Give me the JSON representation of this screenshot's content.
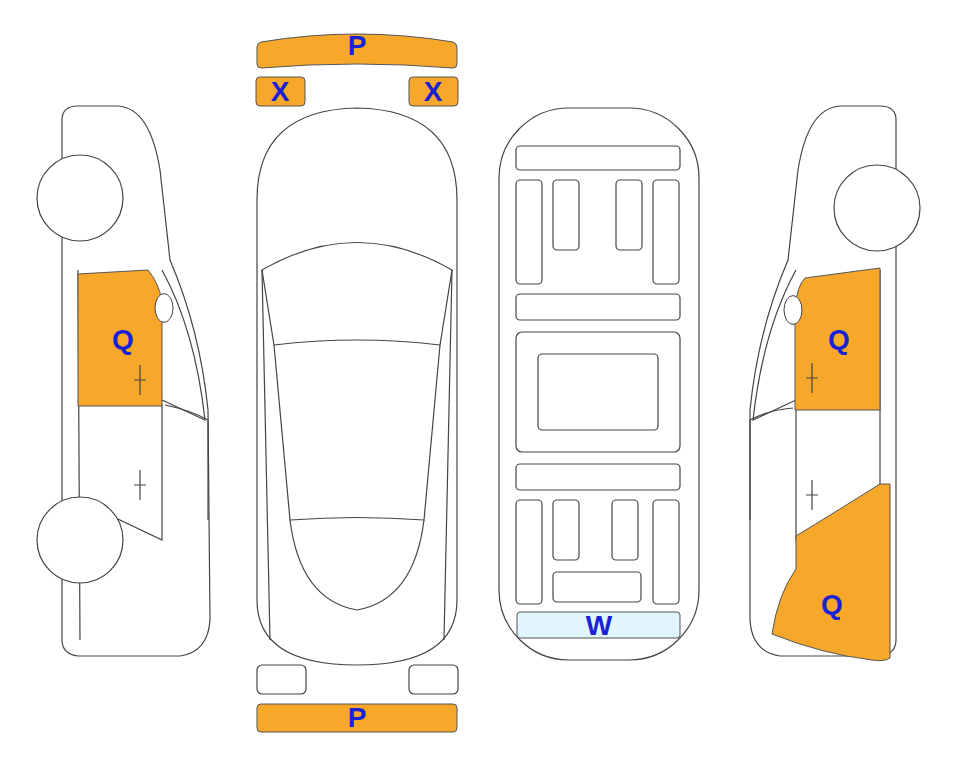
{
  "diagram": {
    "nodes": [
      {
        "text": [
          "P"
        ]
      },
      {
        "text": [
          "X"
        ]
      },
      {
        "text": [
          "X"
        ]
      },
      {
        "text": [
          "Q"
        ]
      },
      {
        "text": [
          "Q"
        ]
      },
      {
        "text": [
          "Q"
        ]
      },
      {
        "text": [
          "W"
        ]
      },
      {
        "text": [
          "P"
        ]
      }
    ]
  }
}
